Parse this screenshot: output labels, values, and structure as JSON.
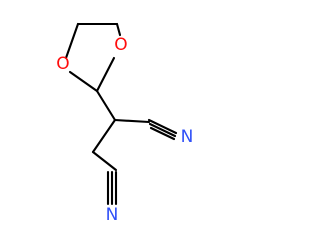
{
  "molecule": {
    "colors": {
      "bond": "#000000",
      "oxygen": "#ff0d0d",
      "nitrogen": "#3050f8",
      "background": "#ffffff"
    },
    "atoms": {
      "o1": "O",
      "o2": "O",
      "n1": "N",
      "n2": "N"
    }
  }
}
